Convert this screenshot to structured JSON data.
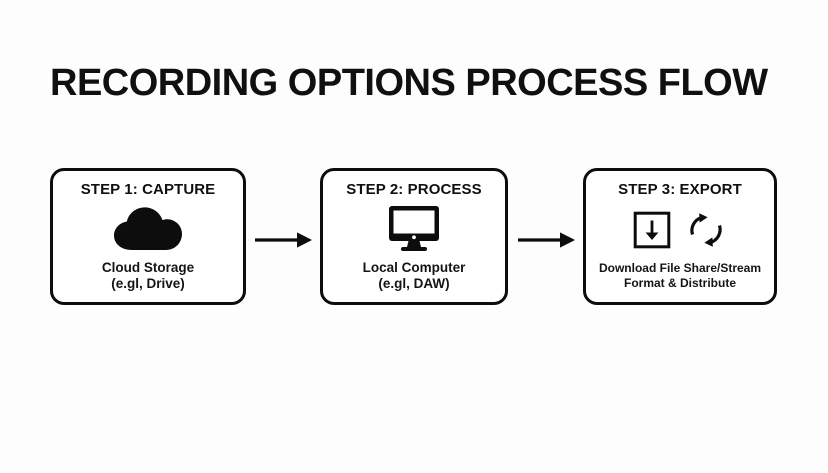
{
  "page": {
    "title": "RECORDING OPTIONS PROCESS FLOW",
    "background_color": "#fdfdfd",
    "ink_color": "#0d0d0d"
  },
  "flow": {
    "steps": [
      {
        "heading": "STEP 1: CAPTURE",
        "icons": [
          "cloud-icon"
        ],
        "caption_lines": [
          "Cloud Storage",
          "(e.gl, Drive)"
        ]
      },
      {
        "heading": "STEP 2: PROCESS",
        "icons": [
          "desktop-monitor-icon"
        ],
        "caption_lines": [
          "Local Computer",
          "(e.gl, DAW)"
        ]
      },
      {
        "heading": "STEP 3: EXPORT",
        "icons": [
          "download-box-icon",
          "sync-arrows-icon"
        ],
        "caption_lines": [
          "Download File Share/Stream",
          "Format & Distribute"
        ]
      }
    ],
    "connectors": [
      "arrow-right-icon",
      "arrow-right-icon"
    ]
  }
}
